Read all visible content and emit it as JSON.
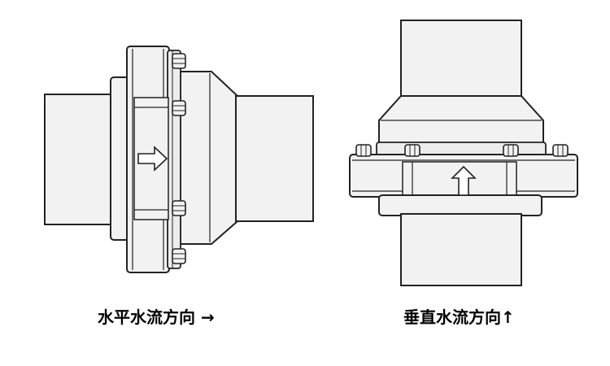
{
  "colors": {
    "stroke": "#222222",
    "fill": "#f2f2f2",
    "shade": "#e4e4e4",
    "background": "#ffffff",
    "caption": "#000000"
  },
  "figures": [
    {
      "id": "horizontal",
      "flow_direction": "right",
      "caption": "水平水流方向 →"
    },
    {
      "id": "vertical",
      "flow_direction": "up",
      "caption": "垂直水流方向↑"
    }
  ]
}
